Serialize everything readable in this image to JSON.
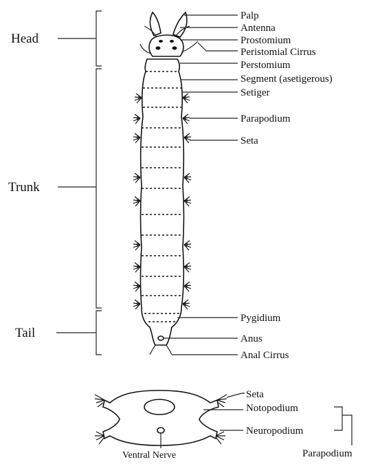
{
  "regions": {
    "head": "Head",
    "trunk": "Trunk",
    "tail": "Tail"
  },
  "labels": {
    "palp": "Palp",
    "antenna": "Antenna",
    "prostomium": "Prostomium",
    "peristomial_cirrus": "Peristomial Cirrus",
    "perstomium": "Perstomium",
    "segment": "Segment (asetigerous)",
    "setiger": "Setiger",
    "parapodium": "Parapodium",
    "seta": "Seta",
    "pygidium": "Pygidium",
    "anus": "Anus",
    "anal_cirrus": "Anal Cirrus"
  },
  "cross_section": {
    "seta": "Seta",
    "notopodium": "Notopodium",
    "neuropodium": "Neuropodium",
    "ventral_nerve": "Ventral Nerve",
    "parapodium": "Parapodium"
  }
}
